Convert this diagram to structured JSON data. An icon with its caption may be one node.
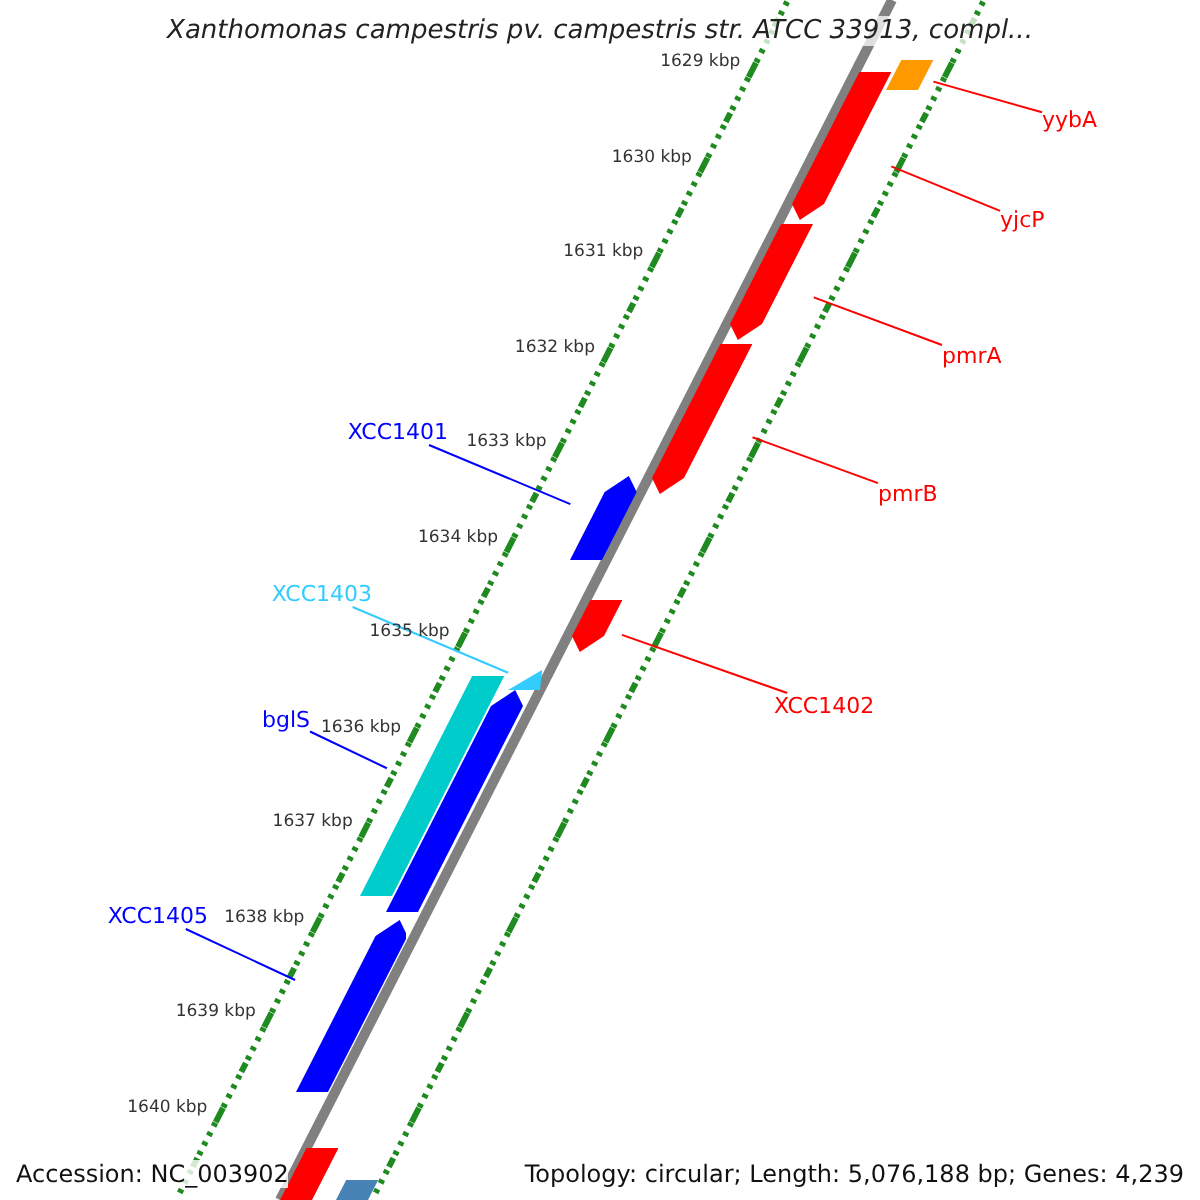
{
  "diagram": {
    "title": "Xanthomonas campestris pv. campestris str. ATCC 33913, compl...",
    "nodes": [
      {
        "text": [
          "yybA"
        ]
      },
      {
        "text": [],
        "shape": "bar"
      },
      {
        "text": [
          "yjcP"
        ]
      },
      {
        "text": [],
        "shape": "bar"
      },
      {
        "text": [],
        "shape": "bar"
      },
      {
        "text": [
          "pmrA"
        ]
      },
      {
        "text": [],
        "shape": "bar"
      },
      {
        "text": [
          "XCC1401"
        ]
      },
      {
        "text": [
          "pmrB"
        ]
      },
      {
        "text": [],
        "shape": "bar"
      },
      {
        "text": [],
        "shape": "bar"
      },
      {
        "text": [
          "XCC1403"
        ]
      },
      {
        "text": [
          "XCC1402"
        ]
      },
      {
        "text": [],
        "shape": "triangle"
      },
      {
        "text": [],
        "shape": "bar"
      },
      {
        "text": [],
        "shape": "bar"
      },
      {
        "text": [
          "bglS"
        ]
      },
      {
        "text": [
          "XCC1405"
        ]
      },
      {
        "text": [],
        "shape": "bar"
      },
      {
        "text": [],
        "shape": "bar"
      },
      {
        "text": [],
        "shape": "bar"
      }
    ],
    "edges": [
      {
        "from": 0,
        "to": 1,
        "arrow": "none"
      },
      {
        "from": 2,
        "to": 3,
        "arrow": "none"
      },
      {
        "from": 5,
        "to": 4,
        "arrow": "none"
      },
      {
        "from": 8,
        "to": 6,
        "arrow": "none"
      },
      {
        "from": 7,
        "to": 9,
        "arrow": "none",
        "color": "#0000ff"
      },
      {
        "from": 12,
        "to": 10,
        "arrow": "none"
      },
      {
        "from": 11,
        "to": 13,
        "arrow": "none",
        "color": "#33ccff"
      },
      {
        "from": 16,
        "to": 15,
        "arrow": "none",
        "color": "#0000ff"
      },
      {
        "from": 17,
        "to": 18,
        "arrow": "none",
        "color": "#0000ff"
      }
    ],
    "labels": [
      "1629 kbp",
      "1630 kbp",
      "1631 kbp",
      "1632 kbp",
      "1633 kbp",
      "1634 kbp",
      "1635 kbp",
      "1636 kbp",
      "1637 kbp",
      "1638 kbp",
      "1639 kbp",
      "1640 kbp",
      "Accession: NC_003902",
      "Topology: circular; Length: 5,076,188 bp; Genes: 4,239"
    ]
  }
}
